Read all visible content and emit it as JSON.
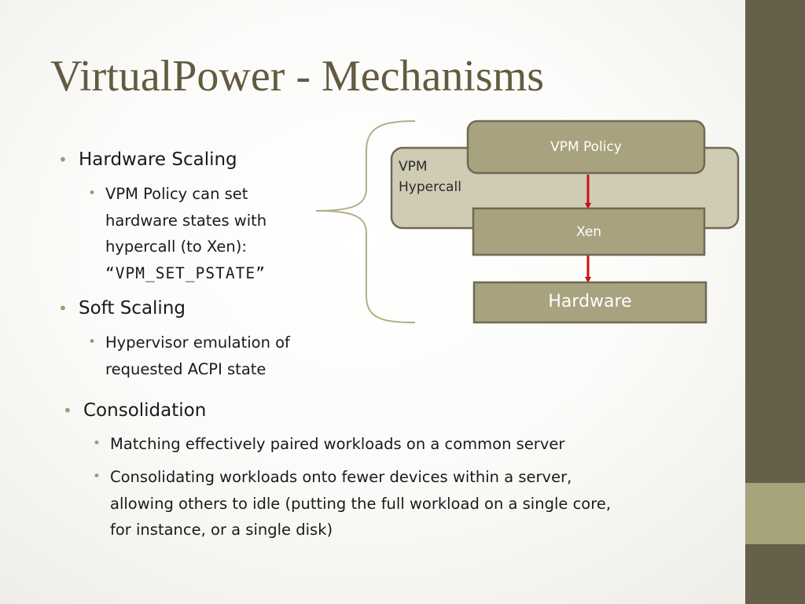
{
  "slide": {
    "title": "VirtualPower - Mechanisms"
  },
  "bullets": {
    "hardware_scaling": {
      "label": "Hardware Scaling",
      "sub": [
        {
          "lines": [
            "VPM Policy can set",
            "hardware states with",
            "hypercall (to Xen):"
          ],
          "code": "“VPM_SET_PSTATE”"
        }
      ]
    },
    "soft_scaling": {
      "label": "Soft Scaling",
      "sub": [
        {
          "lines": [
            "Hypervisor emulation of",
            "requested ACPI state"
          ]
        }
      ]
    },
    "consolidation": {
      "label": "Consolidation",
      "sub": [
        {
          "lines": [
            "Matching effectively paired workloads on  a common server"
          ]
        },
        {
          "lines": [
            "Consolidating workloads onto fewer devices within a server,",
            "allowing others to idle (putting the full workload on a single core,",
            "for instance, or a single disk)"
          ]
        }
      ]
    }
  },
  "diagram": {
    "hypercall_label": [
      "VPM",
      "Hypercall"
    ],
    "policy_label": "VPM Policy",
    "xen_label": "Xen",
    "hardware_label": "Hardware",
    "colors": {
      "box_fill": "#a8a27e",
      "box_border": "#6e6a55",
      "hypercall_fill": "#cfcbb4",
      "arrow": "#cc1111",
      "brace": "#b3ad86"
    }
  },
  "theme": {
    "side_band": "#66604a",
    "side_band_accent": "#a7a37b",
    "title_color": "#625b40",
    "bullet_dot": "#a09b6e"
  }
}
